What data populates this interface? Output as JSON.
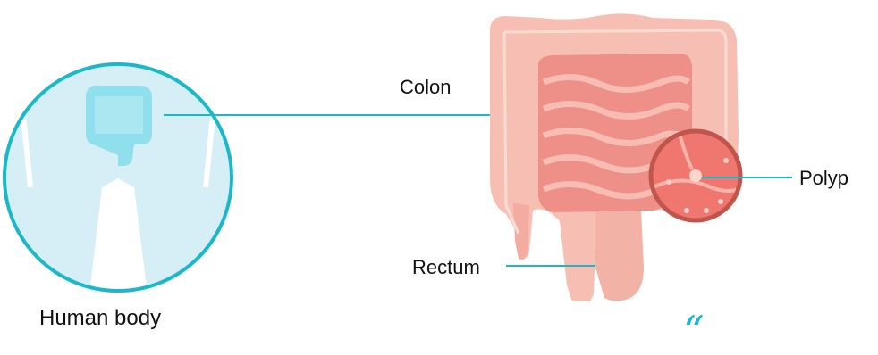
{
  "labels": {
    "colon": "Colon",
    "rectum": "Rectum",
    "polyp": "Polyp",
    "human_body": "Human body"
  },
  "decor": {
    "quote_mark": "“"
  },
  "colors": {
    "accent_cyan": "#1ab8c8",
    "intestine_pink": "#f6b8ac",
    "intestine_inner": "#ef8a84",
    "polyp_ring": "#c0554e",
    "body_silhouette": "#d4eef6"
  }
}
